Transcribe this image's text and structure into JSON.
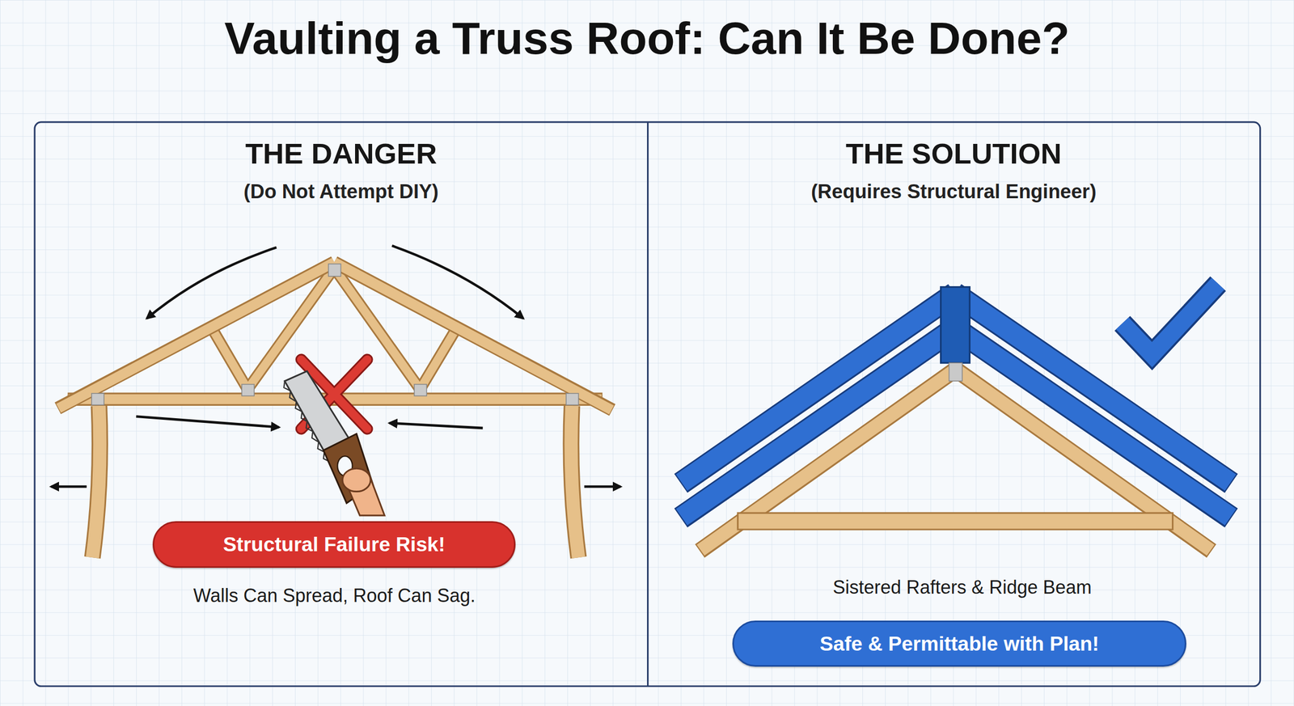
{
  "diagram": {
    "title": "Vaulting a Truss Roof: Can It Be Done?",
    "nodes": [
      {
        "text": [
          "THE DANGER",
          "(Do Not Attempt DIY)"
        ]
      },
      {
        "text": [
          "Structural Failure Risk!"
        ],
        "in": 0
      },
      {
        "text": [
          "THE SOLUTION",
          "(Requires Structural Engineer)"
        ]
      },
      {
        "text": [
          "Safe & Permittable with Plan!"
        ],
        "in": 2
      }
    ],
    "labels": [
      "Walls Can Spread, Roof Can Sag.",
      "Sistered Rafters & Ridge Beam"
    ]
  }
}
